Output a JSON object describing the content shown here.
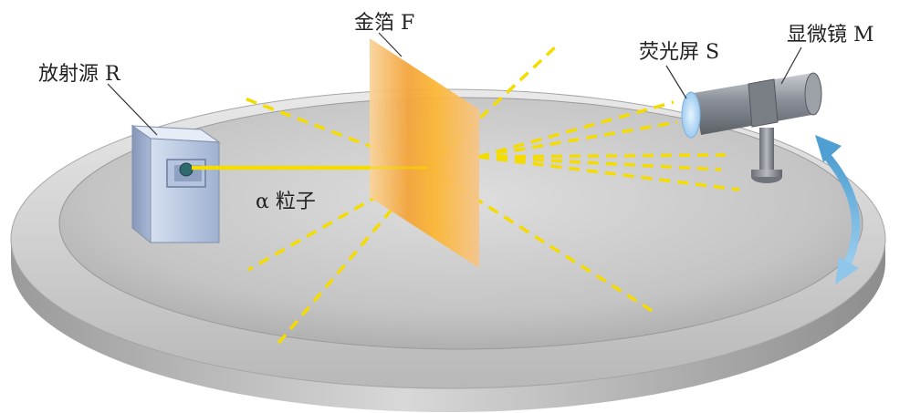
{
  "labels": {
    "source": "放射源 R",
    "foil": "金箔 F",
    "screen": "荧光屏 S",
    "microscope": "显微镜 M",
    "particle": "α 粒子"
  },
  "colors": {
    "beam": "#f5dc00",
    "scatter": "#f5dc00",
    "arrow": "#4f9fd2",
    "foil": "#f0a640",
    "disk_top": "#d6d6d6",
    "disk_rim": "#b9b9b9"
  },
  "icons": {
    "rotation": "double-arrow-icon"
  }
}
